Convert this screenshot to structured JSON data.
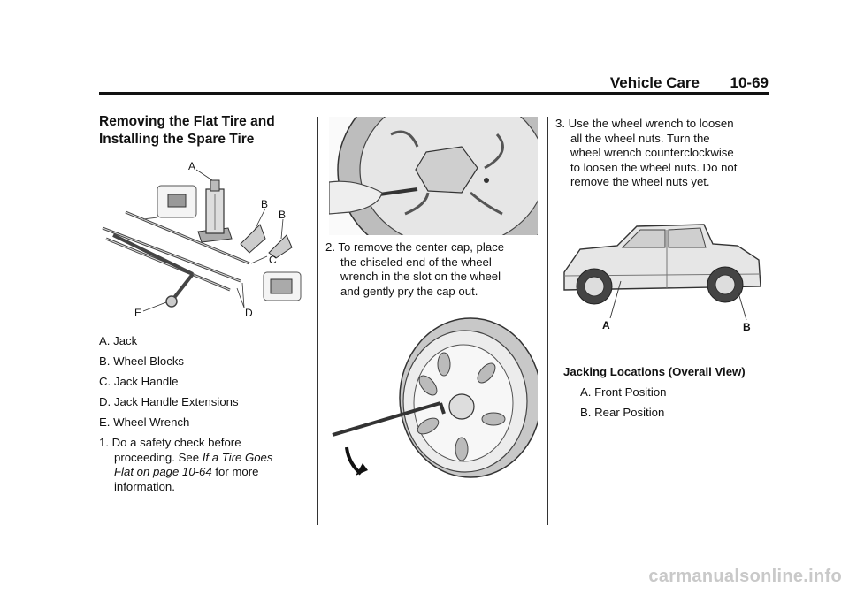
{
  "header": {
    "section": "Vehicle Care",
    "page": "10-69"
  },
  "left": {
    "title_line1": "Removing the Flat Tire and",
    "title_line2": "Installing the Spare Tire",
    "figure_callouts": {
      "a": "A",
      "b1": "B",
      "b2": "B",
      "c": "C",
      "d": "D",
      "e": "E"
    },
    "legend": [
      "A.   Jack",
      "B.   Wheel Blocks",
      "C.   Jack Handle",
      "D.   Jack Handle Extensions",
      "E.   Wheel Wrench"
    ],
    "step1": {
      "line1": "1.  Do a safety check before",
      "line2_text": "proceeding. See ",
      "line2_ref": "If a Tire Goes",
      "line3_ref": "Flat on page 10-64",
      "line3_text": " for more",
      "line4": "information."
    }
  },
  "middle": {
    "step2_lines": [
      "2.  To remove the center cap, place",
      "the chiseled end of the wheel",
      "wrench in the slot on the wheel",
      "and gently pry the cap out."
    ]
  },
  "right": {
    "step3_lines": [
      "3.  Use the wheel wrench to loosen",
      "all the wheel nuts. Turn the",
      "wheel wrench counterclockwise",
      "to loosen the wheel nuts. Do not",
      "remove the wheel nuts yet."
    ],
    "figure_callouts": {
      "a": "A",
      "b": "B"
    },
    "caption": "Jacking Locations (Overall View)",
    "legend": [
      "A.  Front Position",
      "B.  Rear Position"
    ]
  },
  "watermark": "carmanualsonline.info"
}
